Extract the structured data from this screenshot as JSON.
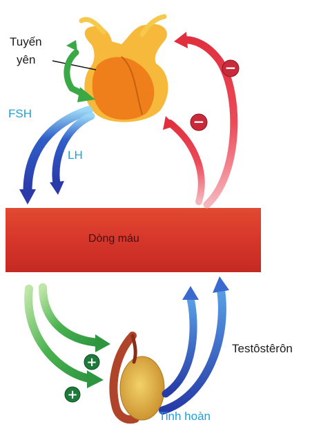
{
  "labels": {
    "pituitary_line1": "Tuyến",
    "pituitary_line2": "yên",
    "fsh": "FSH",
    "lh": "LH",
    "bloodstream": "Dòng máu",
    "testosterone": "Testôstêrôn",
    "testis": "Tinh hoàn"
  },
  "signs": {
    "inhibit": "−",
    "stimulate": "+"
  },
  "colors": {
    "green_arrow": "#3aa845",
    "blue_arrow": "#2c3fae",
    "red_arrow": "#e8404a",
    "bloodstream": "#d93a2a",
    "gland": "#f08a1c",
    "testis": "#d9a640",
    "label_cyan": "#1e9fd8"
  }
}
